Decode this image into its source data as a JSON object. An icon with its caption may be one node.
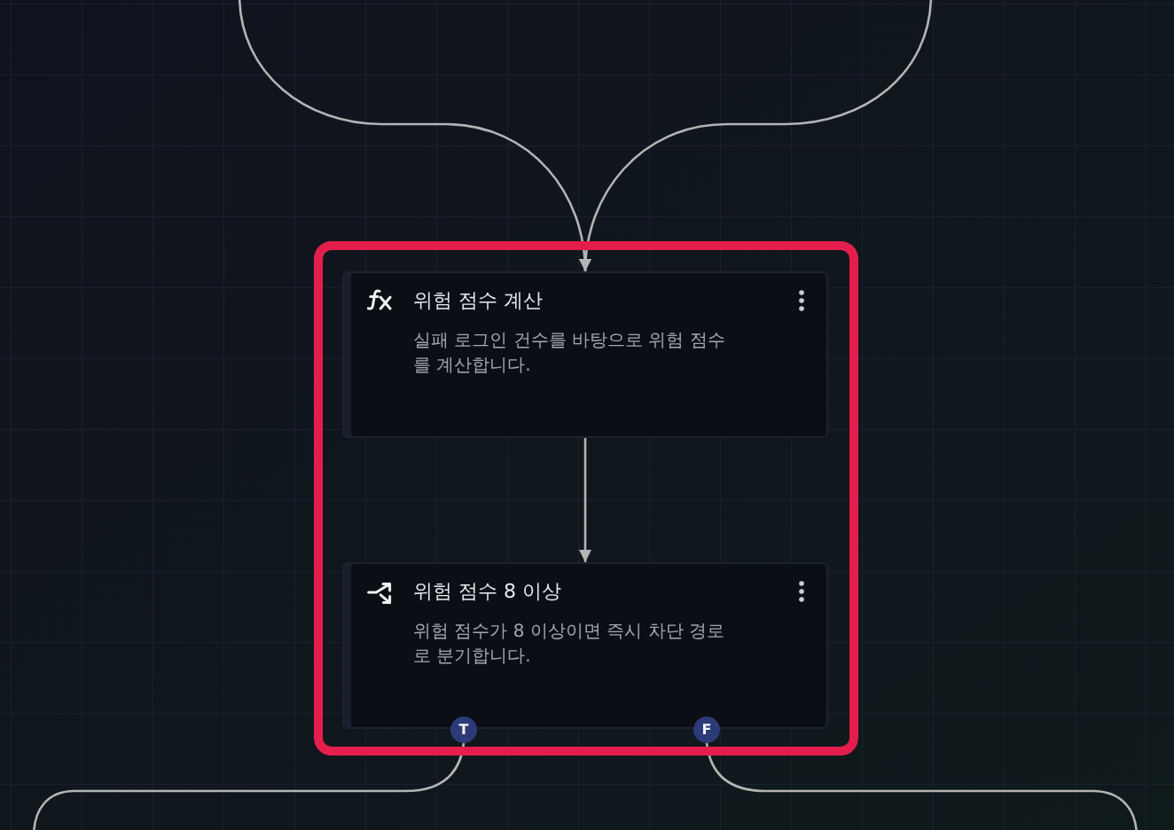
{
  "diagram": {
    "nodes": [
      {
        "text": [],
        "shape": "box"
      },
      {
        "text": [
          "위험 점수 계산",
          "실패 로그인 건수를 바탕으로 위험 점수를 계산합니다."
        ],
        "in": 0
      },
      {
        "text": [
          "위험 점수 8 이상",
          "위험 점수가 8 이상이면 즉시 차단 경로로 분기합니다."
        ],
        "in": 0
      },
      {
        "text": [
          "T"
        ],
        "in": 0
      },
      {
        "text": [
          "F"
        ],
        "in": 0
      }
    ],
    "edges": [
      {
        "from": null,
        "to": 1,
        "arrow": "to"
      },
      {
        "from": null,
        "to": 1,
        "arrow": "to"
      },
      {
        "from": 1,
        "to": 2,
        "arrow": "to"
      },
      {
        "from": 3,
        "to": null,
        "arrow": "none"
      },
      {
        "from": 4,
        "to": null,
        "arrow": "none"
      }
    ]
  }
}
